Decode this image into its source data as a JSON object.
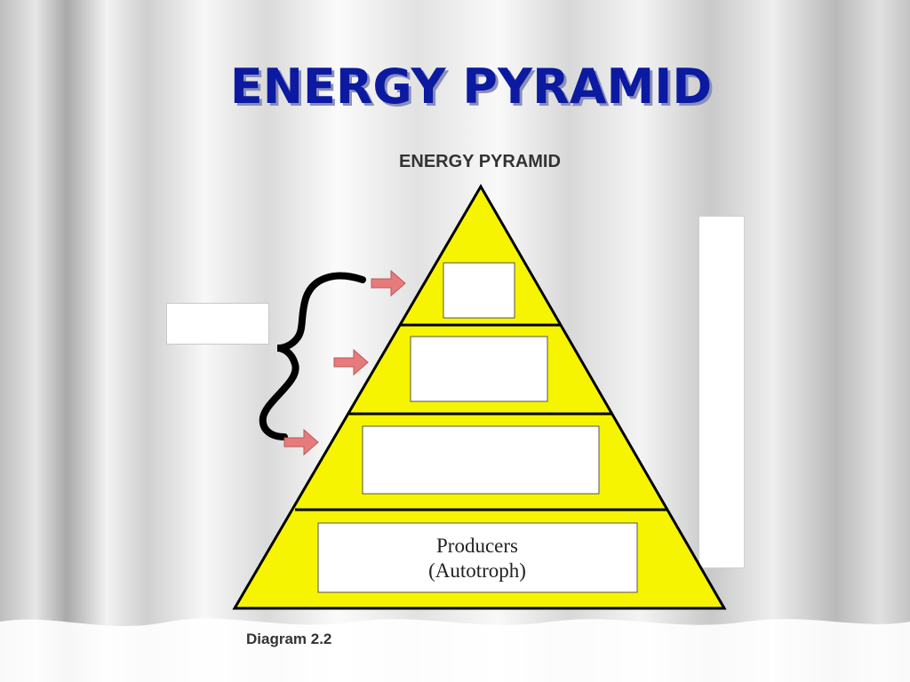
{
  "slide": {
    "title": "ENERGY PYRAMID"
  },
  "diagram": {
    "header": "ENERGY PYRAMID",
    "caption": "Diagram 2.2",
    "levels": [
      {
        "label_line1": "",
        "label_line2": ""
      },
      {
        "label_line1": "",
        "label_line2": ""
      },
      {
        "label_line1": "",
        "label_line2": ""
      },
      {
        "label_line1": "Producers",
        "label_line2": "(Autotroph)"
      }
    ]
  },
  "colors": {
    "pyramid_fill": "#f6f400",
    "outline": "#000000",
    "arrow": "#e77b7b",
    "title": "#0b1aa0"
  }
}
